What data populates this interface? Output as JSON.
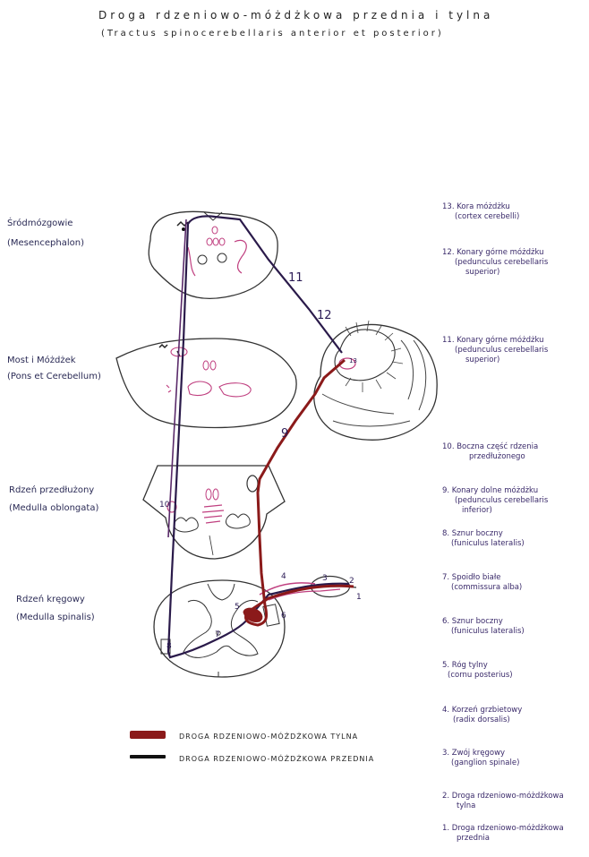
{
  "title": "Droga rdzeniowo-móżdżkowa przednia i tylna",
  "subtitle": "(Tractus spinocerebellaris anterior et posterior)",
  "colors": {
    "posterior_tract": "#8b1a1a",
    "anterior_tract": "#2a1a4a",
    "pink_accent": "#c04080",
    "outline": "#333333"
  },
  "left_labels": {
    "midbrain": [
      "Śródmózgowie",
      "(Mesencephalon)"
    ],
    "pons": [
      "Most i Móżdżek",
      "(Pons et Cerebellum)"
    ],
    "medulla": [
      "Rdzeń przedłużony",
      "(Medulla oblongata)"
    ],
    "spinal": [
      "Rdzeń kręgowy",
      "(Medulla spinalis)"
    ]
  },
  "right_labels": [
    {
      "main": "13. Kora móżdżku",
      "sub": [
        "(cortex cerebelli)"
      ]
    },
    {
      "main": "12. Konary górne móżdżku",
      "sub": [
        "(pedunculus cerebellaris",
        "superior)"
      ]
    },
    {
      "main": "11. Konary górne móżdżku",
      "sub": [
        "(pedunculus cerebellaris",
        "superior)"
      ]
    },
    {
      "main": "10. Boczna część rdzenia",
      "sub": [
        "przedłużonego"
      ]
    },
    {
      "main": "9. Konary dolne móżdżku",
      "sub": [
        "(pedunculus cerebellaris",
        "inferior)"
      ]
    },
    {
      "main": "8. Sznur boczny",
      "sub": [
        "(funiculus lateralis)"
      ]
    },
    {
      "main": "7. Spoidło białe",
      "sub": [
        "(commissura alba)"
      ]
    },
    {
      "main": "6. Sznur boczny",
      "sub": [
        "(funiculus lateralis)"
      ]
    },
    {
      "main": "5. Róg tylny",
      "sub": [
        "(cornu posterius)"
      ]
    },
    {
      "main": "4. Korzeń grzbietowy",
      "sub": [
        "(radix dorsalis)"
      ]
    },
    {
      "main": "3. Zwój kręgowy",
      "sub": [
        "(ganglion spinale)"
      ]
    },
    {
      "main": "2. Droga rdzeniowo-móżdżkowa",
      "sub": [
        "tylna"
      ]
    },
    {
      "main": "1. Droga rdzeniowo-móżdżkowa",
      "sub": [
        "przednia"
      ]
    }
  ],
  "legend": {
    "posterior": "DROGA RDZENIOWO-MÓŻDŻKOWA TYLNA",
    "anterior": "DROGA RDZENIOWO-MÓŻDŻKOWA PRZEDNIA"
  },
  "numbers": {
    "n1": "1",
    "n2": "2",
    "n3": "3",
    "n4": "4",
    "n5": "5",
    "n6": "6",
    "n7": "7",
    "n8": "8",
    "n9": "9",
    "n10": "10",
    "n11": "11",
    "n12": "12",
    "n13": "13"
  }
}
